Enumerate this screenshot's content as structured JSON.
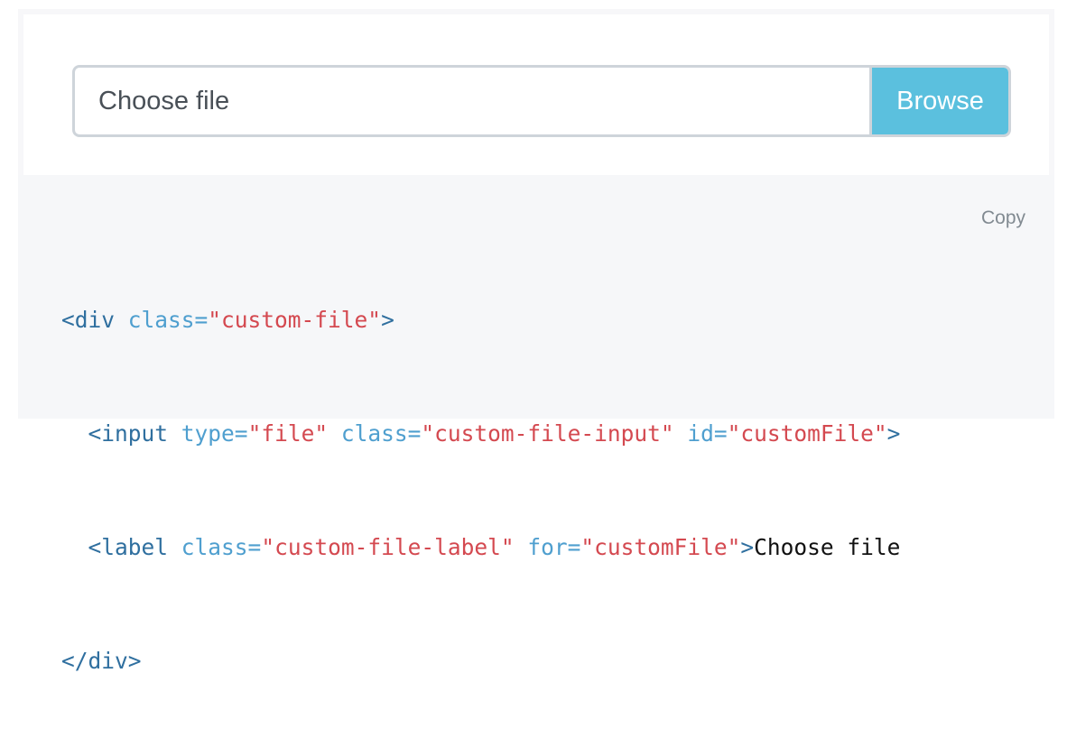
{
  "example": {
    "file_label": "Choose file",
    "browse_label": "Browse"
  },
  "code_block": {
    "copy_label": "Copy",
    "line1": {
      "open": "<div",
      "attr": "class=",
      "value": "\"custom-file\"",
      "close": ">"
    },
    "line2": {
      "indent": "  ",
      "open": "<input",
      "a1": "type=",
      "v1": "\"file\"",
      "a2": "class=",
      "v2": "\"custom-file-input\"",
      "a3": "id=",
      "v3": "\"customFile\"",
      "close": ">"
    },
    "line3": {
      "indent": "  ",
      "open": "<label",
      "a1": "class=",
      "v1": "\"custom-file-label\"",
      "a2": "for=",
      "v2": "\"customFile\"",
      "close": ">",
      "text": "Choose file"
    },
    "line4": {
      "close": "</div>"
    }
  },
  "colors": {
    "browse_bg": "#5bc0de",
    "tag": "#2f6f9f",
    "attribute": "#4f9fcf",
    "string": "#d44950",
    "code_bg": "#f6f7f9"
  }
}
